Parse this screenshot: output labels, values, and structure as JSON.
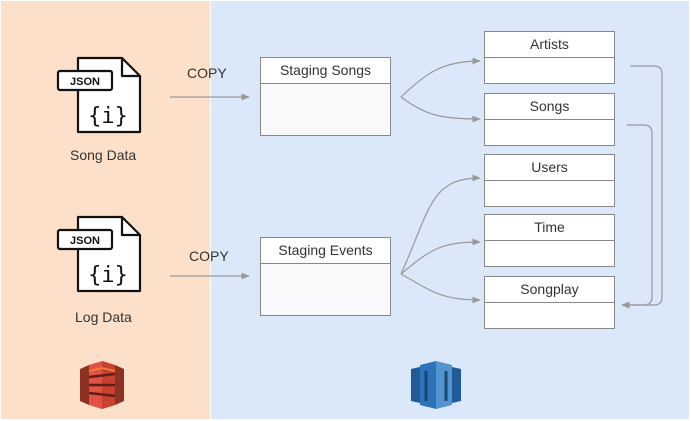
{
  "panels": {
    "source_color": "#fde0c9",
    "warehouse_color": "#dbe8fa"
  },
  "sources": [
    {
      "badge": "JSON",
      "glyph": "{i}",
      "label": "Song Data",
      "icon": "json-file-icon"
    },
    {
      "badge": "JSON",
      "glyph": "{i}",
      "label": "Log Data",
      "icon": "json-file-icon"
    }
  ],
  "copy_labels": [
    "COPY",
    "COPY"
  ],
  "staging_tables": [
    {
      "title": "Staging Songs"
    },
    {
      "title": "Staging Events"
    }
  ],
  "analytics_tables": [
    {
      "title": "Artists"
    },
    {
      "title": "Songs"
    },
    {
      "title": "Users"
    },
    {
      "title": "Time"
    },
    {
      "title": "Songplay"
    }
  ],
  "icons": {
    "s3": {
      "name": "amazon-s3-icon",
      "color": "#e05243"
    },
    "redshift": {
      "name": "amazon-redshift-icon",
      "color": "#2e73b8"
    }
  },
  "connector_color": "#999999"
}
